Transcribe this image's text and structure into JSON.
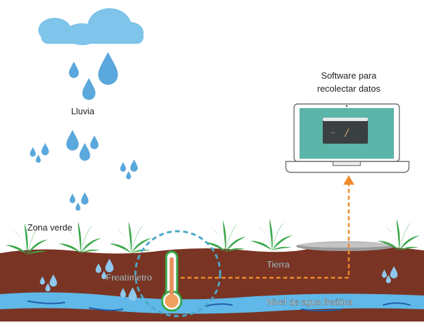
{
  "labels": {
    "rain": "Lluvia",
    "software": [
      "Software para",
      "recolectar datos"
    ],
    "green_zone": "Zona verde",
    "soil": "Tierra",
    "piezometer": "Freatímetro",
    "water_table": "Nivel de agua freática"
  },
  "colors": {
    "cloud": "#7fc4ea",
    "drop": "#5aa8dc",
    "soil": "#7a3423",
    "water": "#5fb8e8",
    "plant": "#3aa84a",
    "arrow": "#f08a2c",
    "circle": "#4aa8c8",
    "screen": "#5bb5a8",
    "thermometer": "#f0a060"
  }
}
